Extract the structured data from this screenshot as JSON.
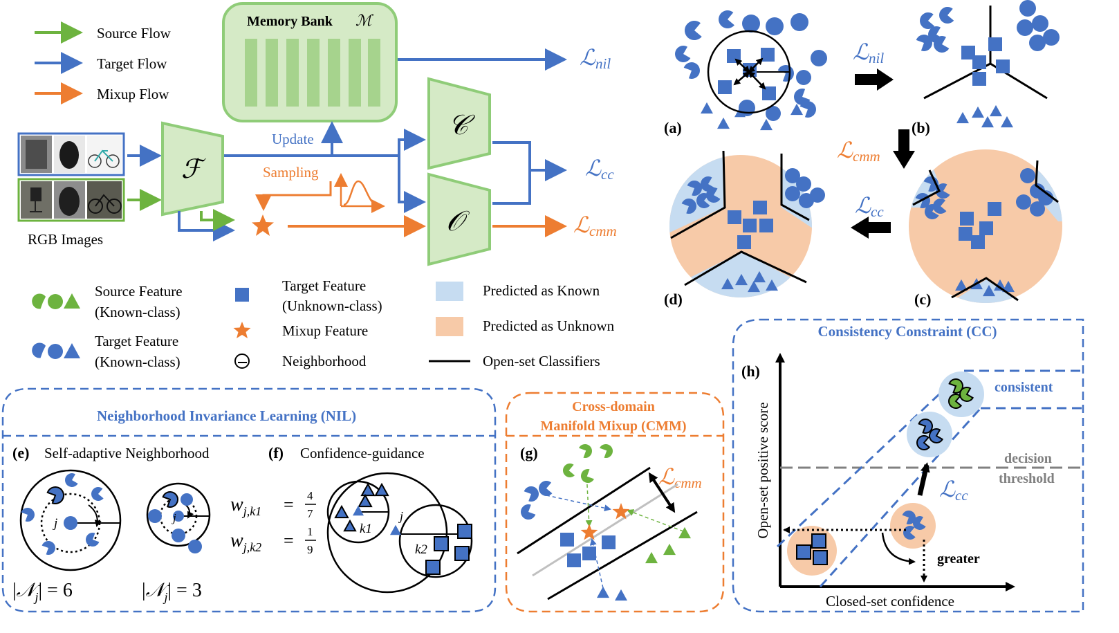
{
  "colors": {
    "source": "#6db33f",
    "target": "#4472c4",
    "mixup": "#ed7d31",
    "green_fill": "#d5eac6",
    "green_stroke": "#8fcc78",
    "known_region": "#c6dcf1",
    "unknown_region": "#f7caa8",
    "dashed_box": "#4472c4",
    "dashed_box_orange": "#ed7d31",
    "decision_line": "#808080"
  },
  "legend_top": {
    "source_flow": "Source Flow",
    "target_flow": "Target Flow",
    "mixup_flow": "Mixup Flow"
  },
  "pipeline": {
    "memory_bank": "Memory Bank",
    "memory_bank_symbol": "ℳ",
    "update": "Update",
    "sampling": "Sampling",
    "rgb_images": "RGB Images",
    "encoder_symbol": "ℱ",
    "closed_classifier_symbol": "𝒞",
    "open_classifier_symbol": "𝒪",
    "images": [
      "calculator-image",
      "backpack-image",
      "bike-image",
      "chair-image",
      "backpack-image",
      "bike-image"
    ]
  },
  "losses": {
    "nil_script": "ℒ",
    "nil_sub": "nil",
    "cc_script": "ℒ",
    "cc_sub": "cc",
    "cmm_script": "ℒ",
    "cmm_sub": "cmm"
  },
  "legend_bottom": {
    "source_feature": "Source Feature",
    "source_feature_sub": "(Known-class)",
    "target_feature": "Target Feature",
    "target_feature_sub": "(Known-class)",
    "target_unknown": "Target Feature",
    "target_unknown_sub": "(Unknown-class)",
    "mixup_feature": "Mixup Feature",
    "neighborhood": "Neighborhood",
    "predicted_known": "Predicted as Known",
    "predicted_unknown": "Predicted as Unknown",
    "open_set_classifiers": "Open-set Classifiers"
  },
  "panels": {
    "a": "(a)",
    "b": "(b)",
    "c": "(c)",
    "d": "(d)",
    "e": "(e)",
    "f": "(f)",
    "g": "(g)",
    "h": "(h)"
  },
  "nil_box": {
    "title": "Neighborhood Invariance Learning (NIL)",
    "e_title": "Self-adaptive Neighborhood",
    "f_title": "Confidence-guidance",
    "j_label": "j",
    "k1_label": "k1",
    "k2_label": "k2",
    "w1_lhs": "w",
    "w1_sub": "j,k1",
    "w1_num": "4",
    "w1_den": "7",
    "w2_lhs": "w",
    "w2_sub": "j,k2",
    "w2_num": "1",
    "w2_den": "9",
    "n6_prefix": "|",
    "n6_symbol": "𝒩",
    "n6_sub": "j",
    "n6_suffix": "| = 6",
    "n3_prefix": "|",
    "n3_symbol": "𝒩",
    "n3_sub": "j",
    "n3_suffix": "| = 3",
    "equals": "="
  },
  "cmm_box": {
    "title_line1": "Cross-domain",
    "title_line2": "Manifold Mixup (CMM)"
  },
  "cc_box": {
    "title": "Consistency Constraint (CC)",
    "consistent": "consistent",
    "decision": "decision",
    "threshold": "threshold",
    "greater": "greater",
    "y_axis": "Open-set positive score",
    "x_axis": "Closed-set confidence"
  }
}
